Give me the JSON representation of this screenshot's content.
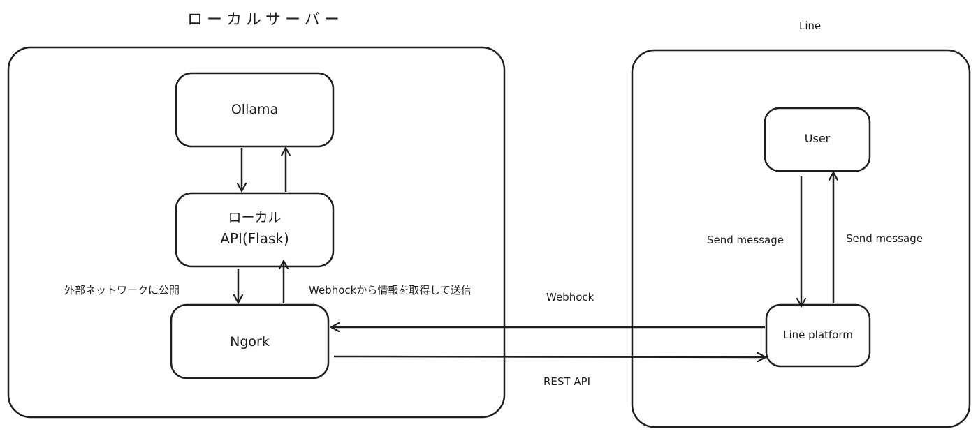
{
  "groups": {
    "local_server": {
      "title": "ローカルサーバー"
    },
    "line": {
      "title": "Line"
    }
  },
  "nodes": {
    "ollama": {
      "label": "Ollama"
    },
    "local_api": {
      "line1": "ローカル",
      "line2": "API(Flask)"
    },
    "ngork": {
      "label": "Ngork"
    },
    "user": {
      "label": "User"
    },
    "line_platform": {
      "label": "Line platform"
    }
  },
  "edges": {
    "api_to_ngork": {
      "label": "外部ネットワークに公開"
    },
    "ngork_to_api": {
      "label": "Webhockから情報を取得して送信"
    },
    "platform_to_ngork": {
      "label": "Webhock"
    },
    "ngork_to_platform": {
      "label": "REST API"
    },
    "user_to_platform": {
      "label": "Send message"
    },
    "platform_to_user": {
      "label": "Send message"
    }
  },
  "colors": {
    "stroke": "#1e1e1e",
    "background": "#ffffff"
  }
}
